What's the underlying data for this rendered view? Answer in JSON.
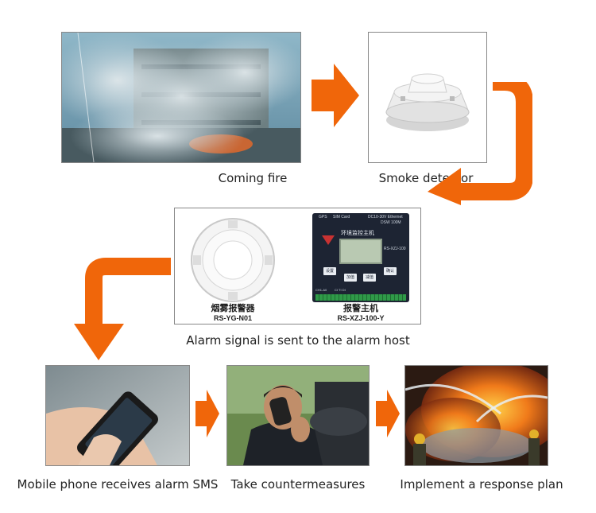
{
  "steps": {
    "fire": {
      "caption": "Coming fire"
    },
    "detector": {
      "caption": "Smoke detector"
    },
    "host": {
      "caption": "Alarm signal is sent to the alarm host",
      "detector_cn": "烟雾报警器",
      "detector_model": "RS-YG-N01",
      "host_cn": "报警主机",
      "host_model": "RS-XZJ-100-Y",
      "panel_title": "环境监控主机",
      "panel_model": "RS-XZJ-100",
      "panel_sim": "SIM Card",
      "panel_power": "DC10-30V Ethernet",
      "panel_power2": "DSW 100M",
      "panel_gps": "GPS",
      "panel_bottom_left": "CH1-A0",
      "panel_bottom_right": "CI TI DI",
      "btn_1": "设置",
      "btn_2": "加值",
      "btn_3": "减值",
      "btn_4": "确认"
    },
    "phone": {
      "caption": "Mobile phone receives alarm SMS"
    },
    "countermeasures": {
      "caption": "Take countermeasures"
    },
    "response": {
      "caption": "Implement a response plan"
    }
  },
  "colors": {
    "arrow": "#f0660a",
    "frame_border": "#888888",
    "panel_dark": "#1d2433",
    "lcd": "#b9c9b2"
  }
}
